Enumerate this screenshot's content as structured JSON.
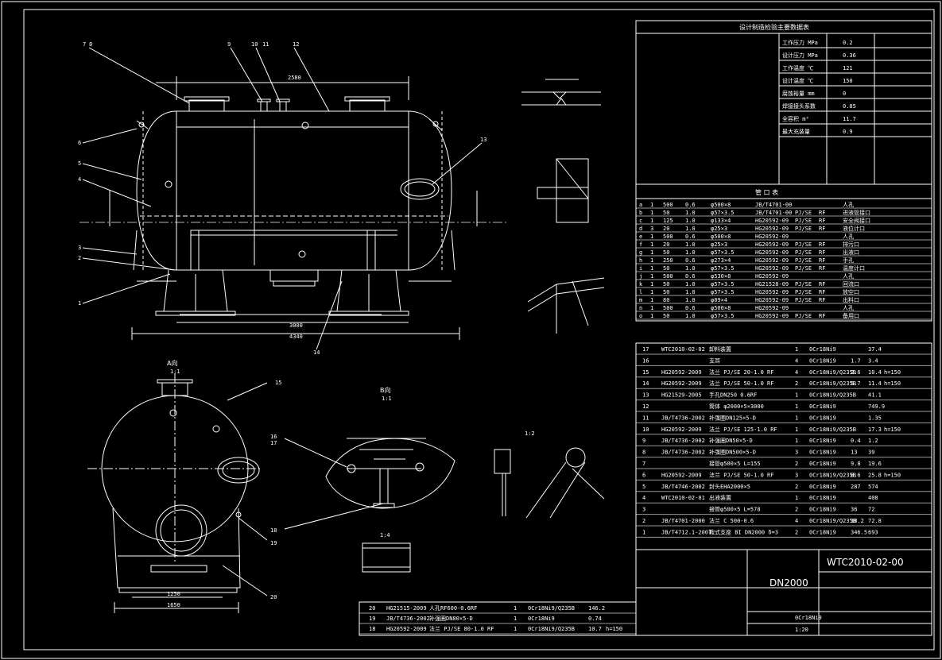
{
  "sheet": {
    "drawing_no": "WTC2010-02-00",
    "dn": "DN2000",
    "scale": "1:20",
    "material": "0Cr18Ni9"
  },
  "views": {
    "a_view": "A向",
    "a_scale": "1:1",
    "b_view": "B向",
    "b_scale": "1:1",
    "detail_scale": "1:2",
    "section_scale": "1:4"
  },
  "dims": {
    "overall_length": "4340",
    "shell_length": "3000",
    "base_width": "1650",
    "base_inner": "1250",
    "height": "2580"
  },
  "leaders": [
    "1",
    "2",
    "3",
    "4",
    "5",
    "6",
    "7",
    "8",
    "9",
    "10",
    "11",
    "12",
    "13",
    "14",
    "15",
    "16",
    "17",
    "18",
    "19",
    "20"
  ],
  "nozzle_table": {
    "title": "管  口  表",
    "rows": [
      [
        "a",
        "1",
        "500",
        "0.6",
        "φ500×8",
        "JB/T4701-00",
        "",
        "",
        "人孔"
      ],
      [
        "b",
        "1",
        "50",
        "1.0",
        "φ57×3.5",
        "JB/T4701-00",
        "PJ/SE",
        "RF",
        "进液管接口"
      ],
      [
        "c",
        "1",
        "125",
        "1.0",
        "φ133×4",
        "HG20592-09",
        "PJ/SE",
        "RF",
        "安全阀接口"
      ],
      [
        "d",
        "3",
        "20",
        "1.0",
        "φ25×3",
        "HG20592-09",
        "PJ/SE",
        "RF",
        "液位计口"
      ],
      [
        "e",
        "1",
        "500",
        "0.6",
        "φ500×8",
        "HG20592-09",
        "",
        "",
        "人孔"
      ],
      [
        "f",
        "1",
        "20",
        "1.0",
        "φ25×3",
        "HG20592-09",
        "PJ/SE",
        "RF",
        "排污口"
      ],
      [
        "g",
        "1",
        "50",
        "1.0",
        "φ57×3.5",
        "HG20592-09",
        "PJ/SE",
        "RF",
        "出液口"
      ],
      [
        "h",
        "1",
        "250",
        "0.6",
        "φ273×4",
        "HG20592-09",
        "PJ/SE",
        "RF",
        "手孔"
      ],
      [
        "i",
        "1",
        "50",
        "1.0",
        "φ57×3.5",
        "HG20592-09",
        "PJ/SE",
        "RF",
        "温度计口"
      ],
      [
        "j",
        "1",
        "500",
        "0.6",
        "φ530×8",
        "HG20592-09",
        "",
        "",
        "人孔"
      ],
      [
        "k",
        "1",
        "50",
        "1.0",
        "φ57×3.5",
        "HG21528-09",
        "PJ/SE",
        "RF",
        "回流口"
      ],
      [
        "l",
        "1",
        "50",
        "1.0",
        "φ57×3.5",
        "HG20592-09",
        "PJ/SE",
        "RF",
        "放空口"
      ],
      [
        "m",
        "1",
        "80",
        "1.0",
        "φ89×4",
        "HG20592-09",
        "PJ/SE",
        "RF",
        "出料口"
      ],
      [
        "n",
        "1",
        "500",
        "0.6",
        "φ500×8",
        "HG20592-09",
        "",
        "",
        "人孔"
      ],
      [
        "o",
        "1",
        "50",
        "1.0",
        "φ57×3.5",
        "HG20592-09",
        "PJ/SE",
        "RF",
        "备用口"
      ]
    ]
  },
  "parts_list": {
    "rows": [
      [
        "17",
        "WTC2010-02-02",
        "卸料装置",
        "1",
        "0Cr18Ni9",
        "",
        "37.4",
        ""
      ],
      [
        "16",
        "",
        "支耳",
        "4",
        "0Cr18Ni9",
        "1.7",
        "3.4",
        ""
      ],
      [
        "15",
        "HG20592-2009",
        "法兰 PJ/SE 20-1.0 RF",
        "4",
        "0Cr18Ni9/Q235B",
        "2.6",
        "10.4",
        "h=150"
      ],
      [
        "14",
        "HG20592-2009",
        "法兰 PJ/SE 50-1.0 RF",
        "2",
        "0Cr18Ni9/Q235B",
        "5.7",
        "11.4",
        "h=150"
      ],
      [
        "13",
        "HG21529-2005",
        "手孔DN250 0.6RF",
        "1",
        "0Cr18Ni9/Q235B",
        "",
        "41.1",
        ""
      ],
      [
        "12",
        "",
        "筒体 φ2000×5×3000",
        "1",
        "0Cr18Ni9",
        "",
        "749.9",
        ""
      ],
      [
        "11",
        "JB/T4736-2002",
        "补强圈DN125×5-D",
        "1",
        "0Cr18Ni9",
        "",
        "1.35",
        ""
      ],
      [
        "10",
        "HG20592-2009",
        "法兰 PJ/SE 125-1.0 RF",
        "1",
        "0Cr18Ni9/Q235B",
        "",
        "17.3",
        "h=150"
      ],
      [
        "9",
        "JB/T4736-2002",
        "补强圈DN50×5-D",
        "1",
        "0Cr18Ni9",
        "0.4",
        "1.2",
        ""
      ],
      [
        "8",
        "JB/T4736-2002",
        "补强圈DN500×5-D",
        "3",
        "0Cr18Ni9",
        "13",
        "39",
        ""
      ],
      [
        "7",
        "",
        "接管φ500×5 L=155",
        "2",
        "0Cr18Ni9",
        "9.8",
        "19.6",
        ""
      ],
      [
        "6",
        "HG20592-2009",
        "法兰 PJ/SE 50-1.0 RF",
        "3",
        "0Cr18Ni9/Q235B",
        "8.6",
        "25.8",
        "h=150"
      ],
      [
        "5",
        "JB/T4746-2002",
        "封头EHA2000×5",
        "2",
        "0Cr18Ni9",
        "287",
        "574",
        ""
      ],
      [
        "4",
        "WTC2010-02-01",
        "出液装置",
        "1",
        "0Cr18Ni9",
        "",
        "408",
        ""
      ],
      [
        "3",
        "",
        "接管φ500×5 L=578",
        "2",
        "0Cr18Ni9",
        "36",
        "72",
        ""
      ],
      [
        "2",
        "JB/T4701-2000",
        "法兰 C 500-0.6",
        "4",
        "0Cr18Ni9/Q235B",
        "18.2",
        "72.8",
        ""
      ],
      [
        "1",
        "JB/T4712.1-2007",
        "鞍式支座 BI DN2000 δ=3",
        "2",
        "0Cr18Ni9",
        "346.5",
        "693",
        ""
      ]
    ],
    "lower_rows": [
      [
        "20",
        "HG21515-2009",
        "人孔RF600-0.6RF",
        "1",
        "0Cr18Ni9/Q235B",
        "146.2",
        ""
      ],
      [
        "19",
        "JB/T4736-2002",
        "补强圈DN80×5-D",
        "1",
        "0Cr18Ni9",
        "0.74",
        ""
      ],
      [
        "18",
        "HG20592-2009",
        "法兰 PJ/SE 80-1.0 RF",
        "1",
        "0Cr18Ni9/Q235B",
        "10.7",
        "h=150"
      ]
    ]
  },
  "design_table": {
    "title": "设计制造检验主要数据表",
    "rows": [
      [
        "工作压力 MPa",
        "0.2"
      ],
      [
        "设计压力 MPa",
        "0.36"
      ],
      [
        "工作温度 ℃",
        "121"
      ],
      [
        "设计温度 ℃",
        "150"
      ],
      [
        "腐蚀裕量 mm",
        "0"
      ],
      [
        "焊接接头系数",
        "0.85"
      ],
      [
        "全容积 m³",
        "11.7"
      ],
      [
        "最大充装量",
        "0.9"
      ]
    ]
  }
}
